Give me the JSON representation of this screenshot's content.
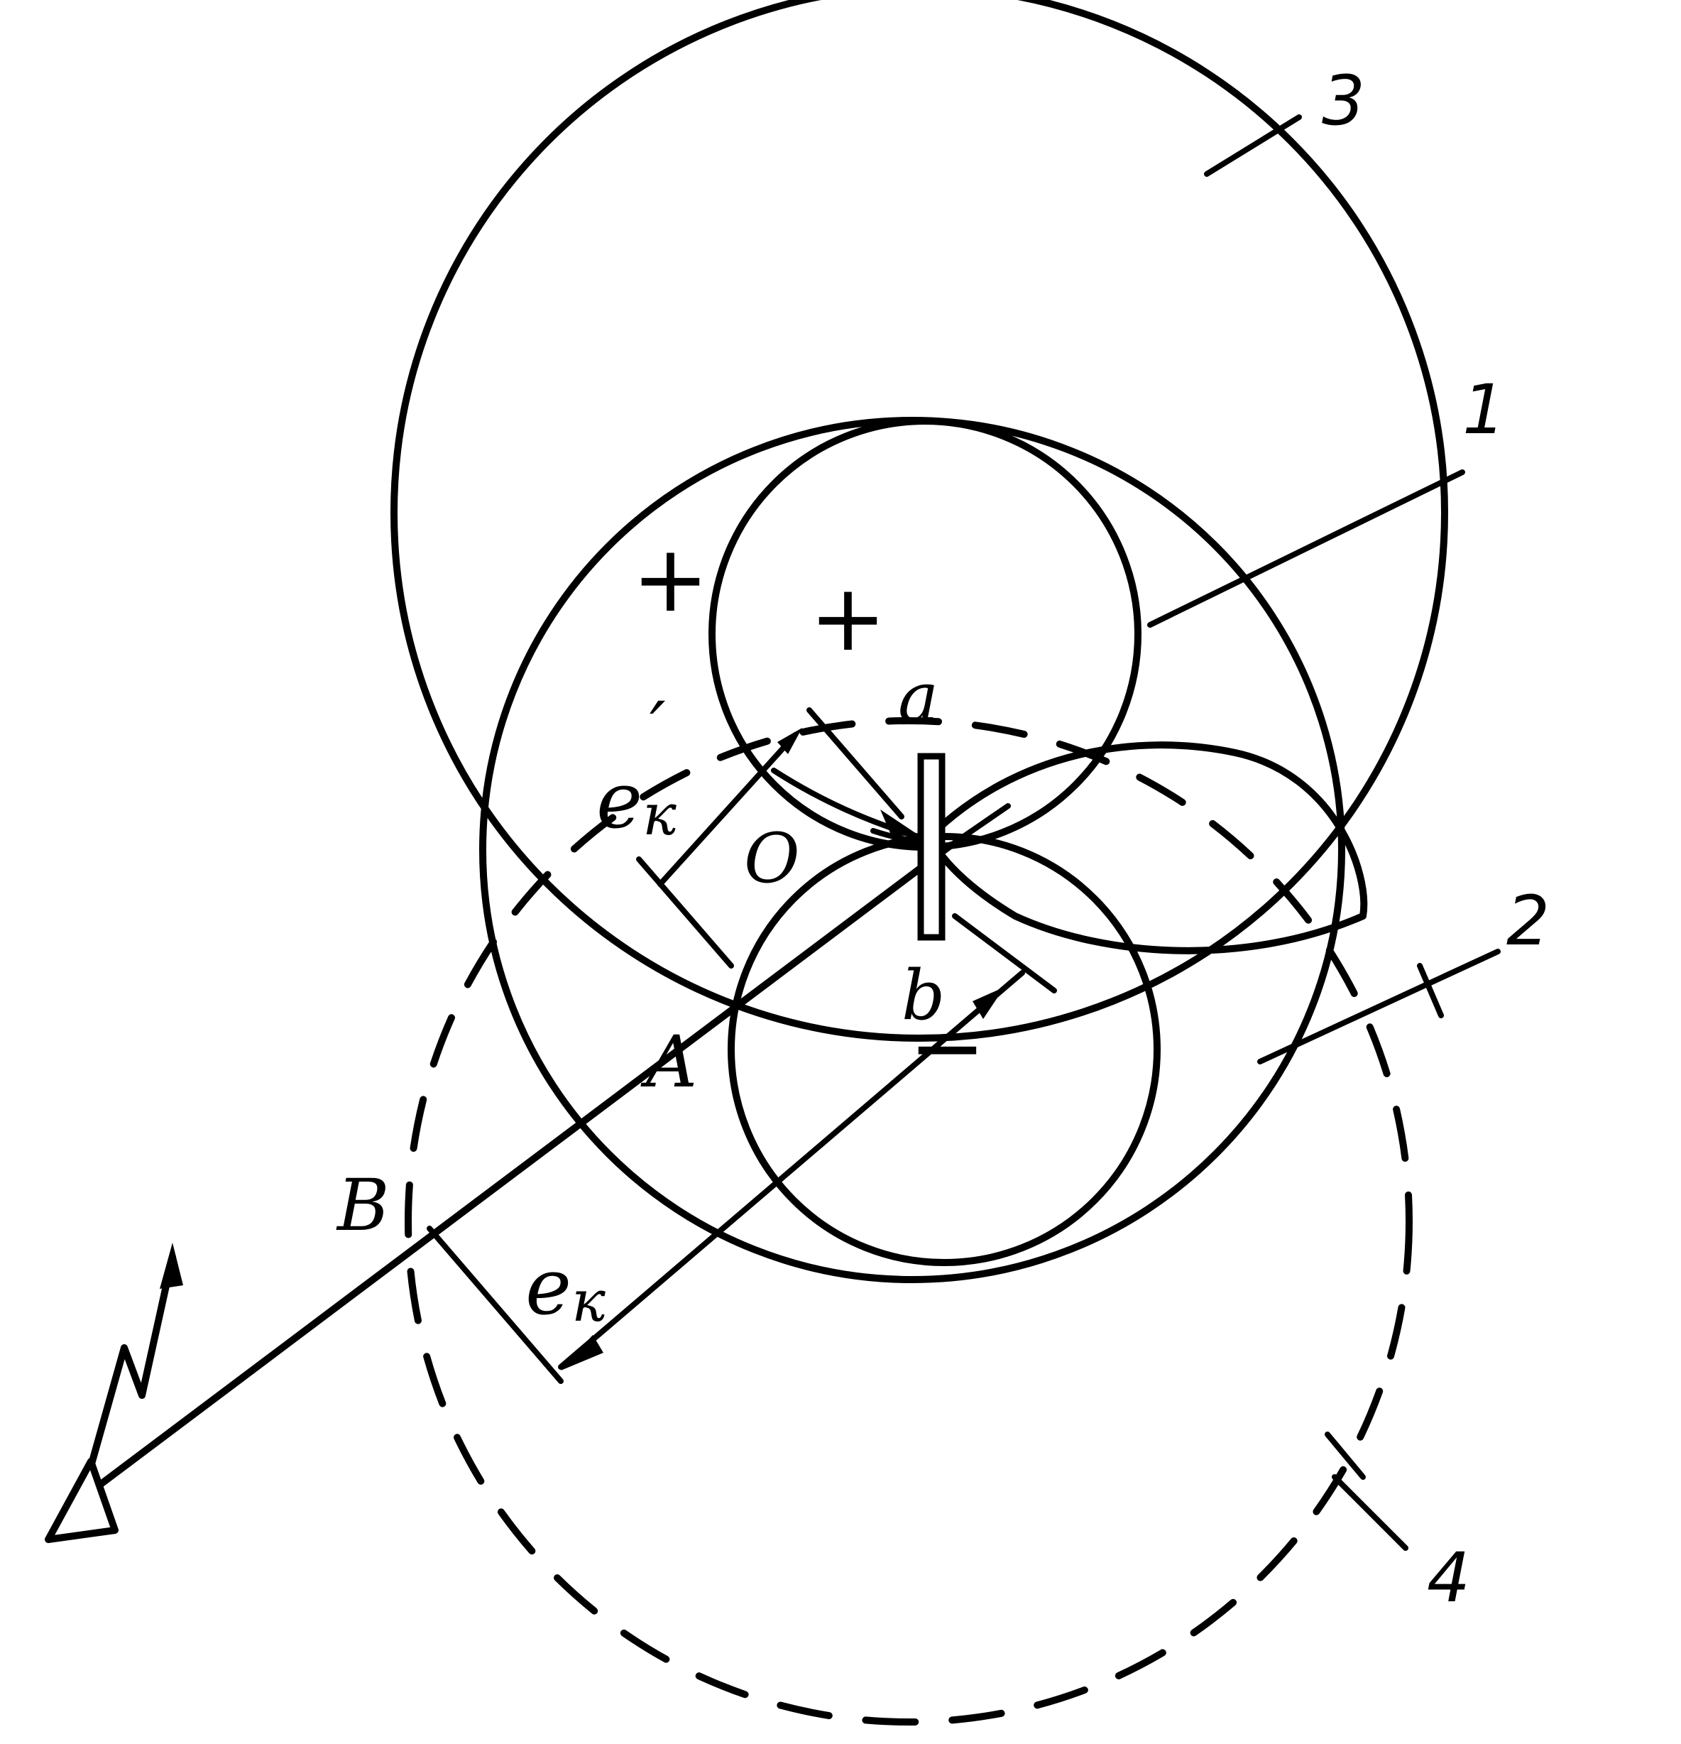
{
  "labels": {
    "curve_1": "1",
    "curve_2": "2",
    "curve_3": "3",
    "curve_4": "4",
    "point_a": "a",
    "point_b": "b",
    "point_o": "O",
    "point_A": "A",
    "point_B": "B",
    "sign_plus_outer": "+",
    "sign_plus_inner": "+",
    "sign_minus": "−",
    "emf_outer": "e",
    "emf_outer_sub": "к",
    "emf_inner": "e",
    "emf_inner_sub": "к",
    "emf_inner_prime": "′"
  }
}
